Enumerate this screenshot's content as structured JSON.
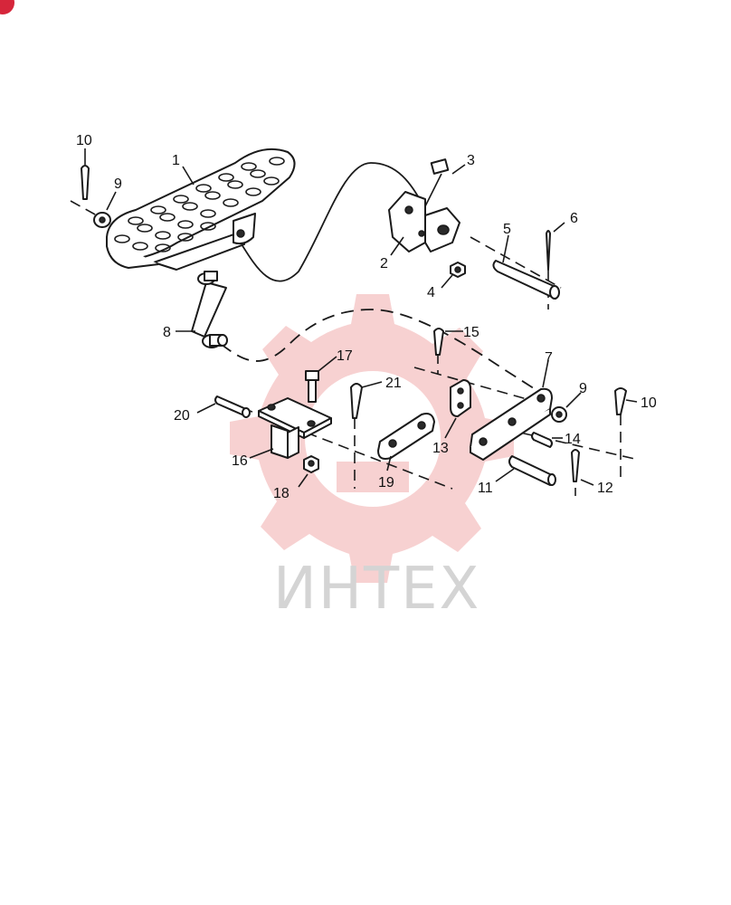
{
  "watermark": {
    "text": "ИНТЕХ",
    "color": "#f4b5b5"
  },
  "callouts": {
    "c1": "1",
    "c2": "2",
    "c3": "3",
    "c4": "4",
    "c5": "5",
    "c6": "6",
    "c7": "7",
    "c8": "8",
    "c9a": "9",
    "c9b": "9",
    "c10a": "10",
    "c10b": "10",
    "c11": "11",
    "c12": "12",
    "c13": "13",
    "c14": "14",
    "c15": "15",
    "c16": "16",
    "c17": "17",
    "c18": "18",
    "c19": "19",
    "c20": "20",
    "c21": "21"
  },
  "badge_color": "#d6263b"
}
